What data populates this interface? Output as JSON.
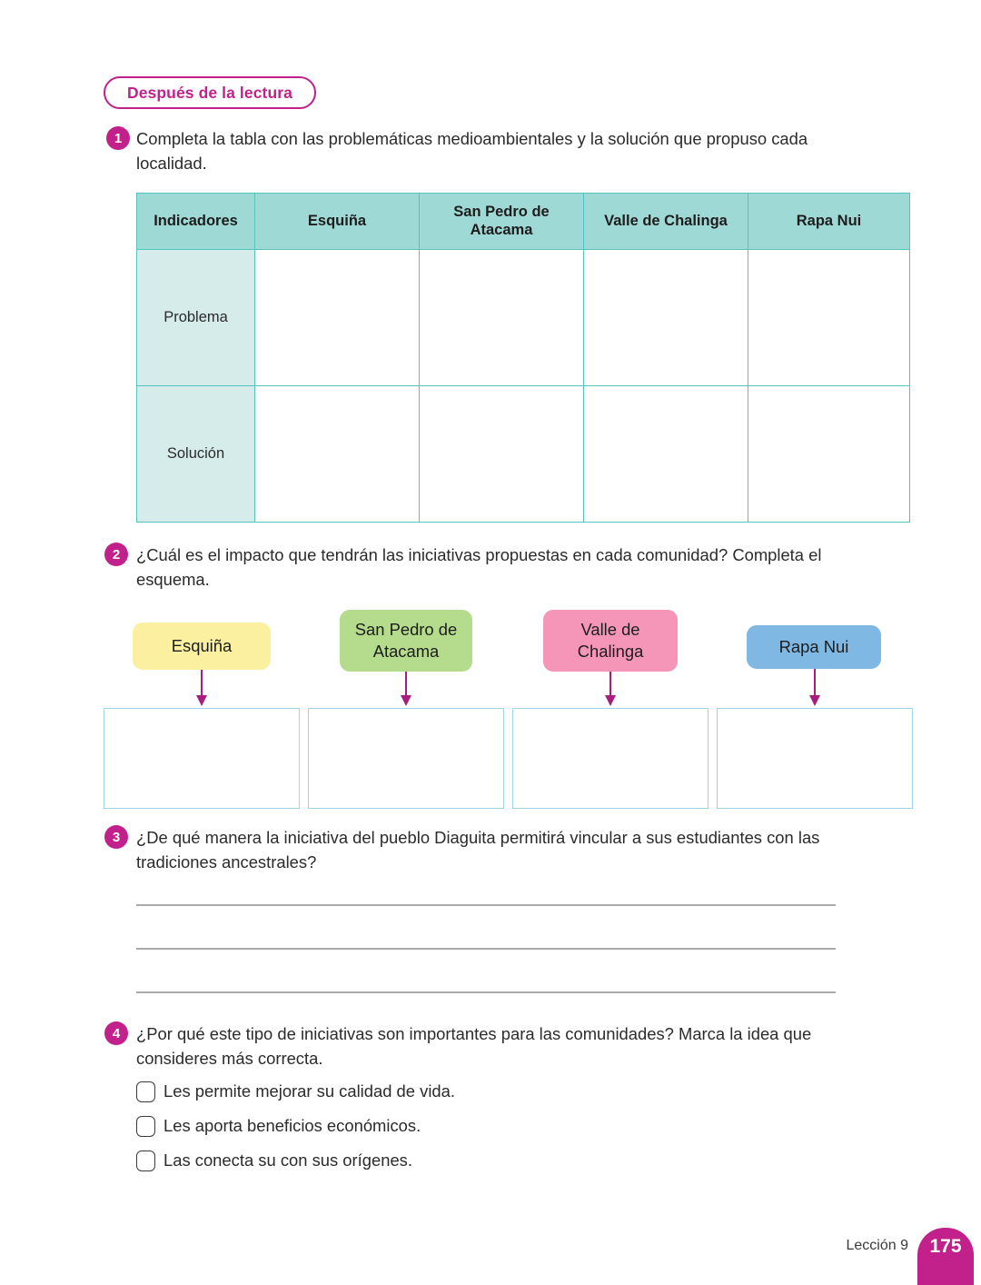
{
  "section": {
    "badge_label": "Después de la lectura"
  },
  "questions": [
    {
      "number": "1",
      "text": "Completa la tabla con las problemáticas medioambientales y la solución que propuso cada localidad."
    },
    {
      "number": "2",
      "text": "¿Cuál es el impacto que tendrán las iniciativas propuestas en cada comunidad? Completa el esquema."
    },
    {
      "number": "3",
      "text": "¿De qué manera la iniciativa del pueblo Diaguita permitirá vincular a sus estudiantes con las tradiciones ancestrales?"
    },
    {
      "number": "4",
      "text": "¿Por qué este tipo de iniciativas son importantes para las comunidades? Marca la idea que consideres más correcta."
    }
  ],
  "table": {
    "headers": [
      "Indicadores",
      "Esquiña",
      "San Pedro de Atacama",
      "Valle de Chalinga",
      "Rapa Nui"
    ],
    "rows": [
      {
        "label": "Problema",
        "cells": [
          "",
          "",
          "",
          ""
        ]
      },
      {
        "label": "Solución",
        "cells": [
          "",
          "",
          "",
          ""
        ]
      }
    ],
    "header_bg": "#9FD9D6",
    "rowhead_bg": "#D5ECEA",
    "border_color": "#54C4C0"
  },
  "scheme": {
    "chips": [
      {
        "label": "Esquiña",
        "color": "#FAF0A0"
      },
      {
        "label": "San Pedro de Atacama",
        "color": "#B5DC8C"
      },
      {
        "label": "Valle de Chalinga",
        "color": "#F595B8"
      },
      {
        "label": "Rapa Nui",
        "color": "#7FB9E3"
      }
    ],
    "arrow_color": "#A81D7F",
    "answer_box_border": "#9DD4E8",
    "answer_boxes": [
      "",
      "",
      "",
      ""
    ]
  },
  "writing_lines": [
    "",
    "",
    ""
  ],
  "options": [
    {
      "label": "Les permite mejorar su calidad de vida.",
      "checked": false
    },
    {
      "label": "Les aporta beneficios económicos.",
      "checked": false
    },
    {
      "label": "Las conecta su con sus orígenes.",
      "checked": false
    }
  ],
  "footer": {
    "lesson_label": "Lección 9",
    "page_number": "175",
    "accent_color": "#C2218B"
  }
}
